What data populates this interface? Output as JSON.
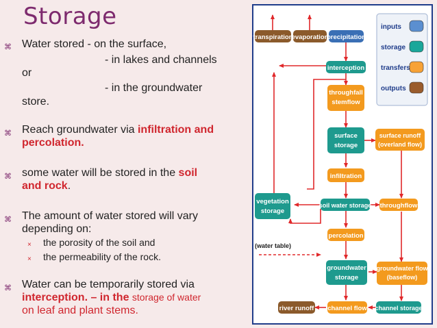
{
  "slide": {
    "title": "Storage",
    "bullet_symbol": "⌘",
    "sub_bullet_symbol": "×",
    "b1": {
      "l1": "Water stored  - on the surface,",
      "l2": "- in lakes and channels",
      "l3": "or",
      "l4": "- in the groundwater",
      "l5": "store."
    },
    "b2": {
      "t1": "Reach groundwater via ",
      "r1": "infiltration and",
      "r2": "percolation."
    },
    "b3": {
      "t1": "some water will be stored in the ",
      "r1": "soil",
      "r2": "and rock",
      "t2": "."
    },
    "b4": {
      "l1": "The amount of water stored will vary",
      "l2": "depending on:",
      "s1": "the porosity of the soil and",
      "s2": "the permeability of the rock."
    },
    "b5": {
      "l1": "Water can be temporarily stored via",
      "r1": "interception. – in the ",
      "n1": "storage of water",
      "n2": "on leaf and plant stems."
    }
  },
  "diagram": {
    "nodes": {
      "transpiration": "transpiration",
      "evaporation": "evaporation",
      "precipitation": "precipitation",
      "interception": "interception",
      "throughfall1": "throughfall",
      "throughfall2": "stemflow",
      "surface_storage1": "surface",
      "surface_storage2": "storage",
      "surface_runoff1": "surface runoff",
      "surface_runoff2": "(overland flow)",
      "infiltration": "infiltration",
      "vegetation1": "vegetation",
      "vegetation2": "storage",
      "soil_water": "soil water storage",
      "throughflow": "throughflow",
      "percolation": "percolation",
      "water_table": "(water table)",
      "groundwater_storage1": "groundwater",
      "groundwater_storage2": "storage",
      "groundwater_flow1": "groundwater flow",
      "groundwater_flow2": "(baseflow)",
      "river_runoff": "river runoff",
      "channel_flow": "channel flow",
      "channel_storage": "channel storage"
    },
    "legend": {
      "inputs": "inputs",
      "storage": "storage",
      "transfers": "transfers",
      "outputs": "outputs"
    },
    "colors": {
      "input": "#3a6fb5",
      "storage": "#1e9a8e",
      "transfer": "#f39a1e",
      "output": "#8b5a2b",
      "arrow": "#e0282a",
      "frame": "#1f3c8a",
      "legend_input": "#5b8fd0",
      "legend_storage": "#1aa79a",
      "legend_transfer": "#f7a236",
      "legend_output": "#9a5c2c"
    }
  }
}
